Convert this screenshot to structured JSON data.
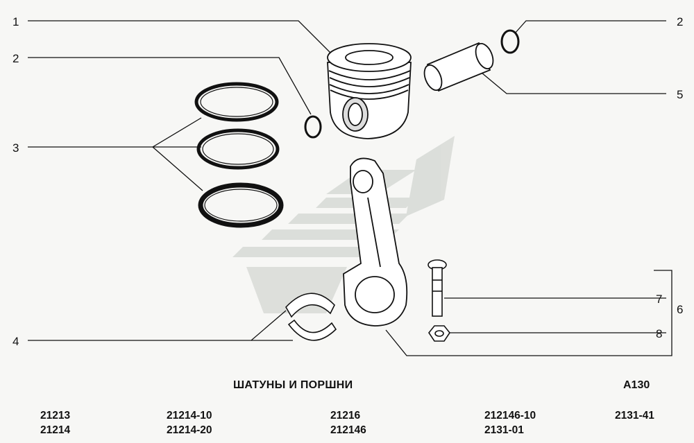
{
  "title": "ШАТУНЫ И ПОРШНИ",
  "figure_code": "A130",
  "callouts": [
    "1",
    "2",
    "2",
    "3",
    "4",
    "5",
    "6",
    "7",
    "8"
  ],
  "models": [
    [
      "21213",
      "21214"
    ],
    [
      "21214-10",
      "21214-20"
    ],
    [
      "21216",
      "212146"
    ],
    [
      "212146-10",
      "2131-01"
    ],
    [
      "2131-41"
    ]
  ],
  "colors": {
    "ink": "#111111",
    "watermark": "#d9dcd8",
    "background": "#f7f7f5"
  }
}
